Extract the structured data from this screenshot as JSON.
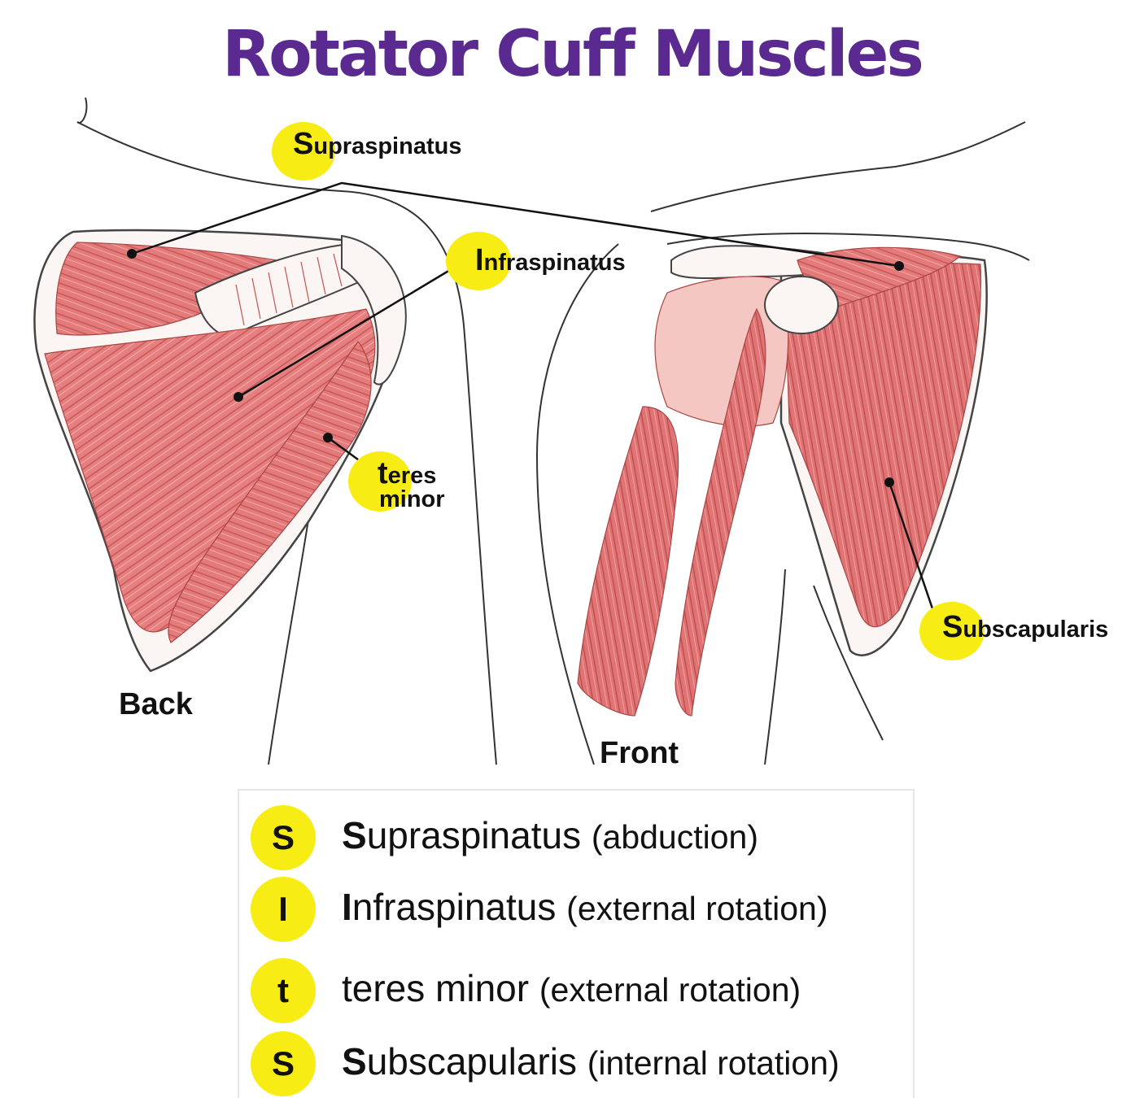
{
  "title": "Rotator Cuff Muscles",
  "colors": {
    "title": "#5a2a91",
    "highlight": "#f7ec14",
    "muscle": "#e47b7b",
    "muscle_dark": "#c55454",
    "bone": "#fbf6f3",
    "line": "#111111"
  },
  "callouts": {
    "supraspinatus": {
      "first": "S",
      "rest": "upraspinatus"
    },
    "infraspinatus": {
      "first": "I",
      "rest": "nfraspinatus"
    },
    "teres_minor": {
      "first": "t",
      "rest_line1": "eres",
      "rest_line2": "minor"
    },
    "subscapularis": {
      "first": "S",
      "rest": "ubscapularis"
    }
  },
  "views": {
    "back": "Back",
    "front": "Front"
  },
  "legend": [
    {
      "badge": "S",
      "first": "S",
      "name_rest": "upraspinatus",
      "desc": "(abduction)"
    },
    {
      "badge": "I",
      "first": "I",
      "name_rest": "nfraspinatus",
      "desc": "(external rotation)"
    },
    {
      "badge": "t",
      "first": "",
      "name_rest": "teres minor",
      "desc": "(external rotation)"
    },
    {
      "badge": "S",
      "first": "S",
      "name_rest": "ubscapularis",
      "desc": "(internal rotation)"
    }
  ]
}
